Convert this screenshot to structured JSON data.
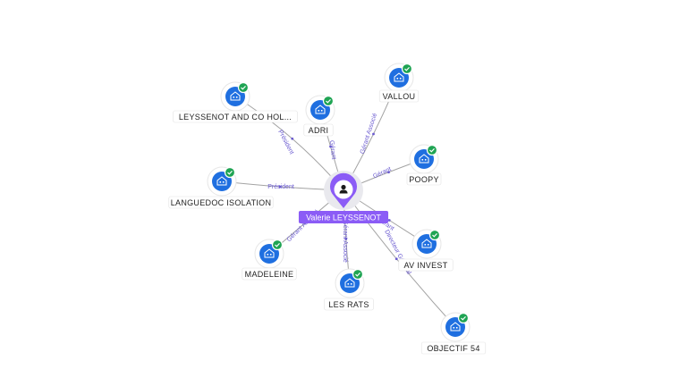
{
  "center": {
    "name": "Valerie LEYSSENOT",
    "icon": "person-icon"
  },
  "companies": [
    {
      "id": "leyssenot",
      "label": "LEYSSENOT AND CO HOL...",
      "relation": "Président",
      "icon": "building-icon",
      "verified": true
    },
    {
      "id": "adri",
      "label": "ADRI",
      "relation": "Gérant",
      "icon": "building-icon",
      "verified": true
    },
    {
      "id": "vallou",
      "label": "VALLOU",
      "relation": "Gérant Associé",
      "icon": "building-icon",
      "verified": true
    },
    {
      "id": "poopy",
      "label": "POOPY",
      "relation": "Gérant",
      "icon": "building-icon",
      "verified": true
    },
    {
      "id": "languedoc",
      "label": "LANGUEDOC ISOLATION",
      "relation": "Président",
      "icon": "building-icon",
      "verified": true
    },
    {
      "id": "avinvest",
      "label": "AV INVEST",
      "relation": "Gérant",
      "icon": "building-icon",
      "verified": true
    },
    {
      "id": "madeleine",
      "label": "MADELEINE",
      "relation": "Gérant Associé",
      "icon": "building-icon",
      "verified": true
    },
    {
      "id": "lesrats",
      "label": "LES RATS",
      "relation": "Gérant Associé",
      "icon": "building-icon",
      "verified": true
    },
    {
      "id": "objectif",
      "label": "OBJECTIF 54",
      "relation": "Directeur Général",
      "icon": "building-icon",
      "verified": true
    }
  ],
  "colors": {
    "accent": "#8b5cf6",
    "node": "#1f6fe0",
    "verified": "#1fa453",
    "edge": "#a3a3a3",
    "edgeLabel": "#6a5ad0"
  }
}
